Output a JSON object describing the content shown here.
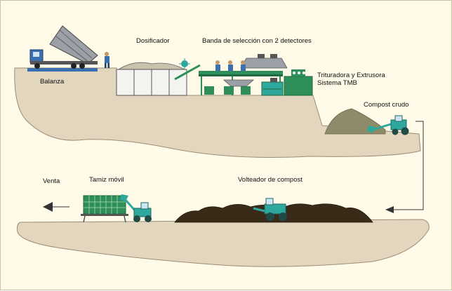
{
  "labels": {
    "balanza": "Balanza",
    "dosificador": "Dosificador",
    "banda": "Banda de selección con 2 detectores",
    "trituradora_1": "Trituradora y Extrusora",
    "trituradora_2": "Sistema TMB",
    "compost_crudo": "Compost crudo",
    "venta": "Venta",
    "tamiz": "Tamiz móvil",
    "volteador": "Volteador de compost"
  },
  "colors": {
    "background": "#fffbe8",
    "ground": "#e2d6bf",
    "ground_edge": "#9c8c74",
    "machine_green": "#2f8f5a",
    "vehicle_teal": "#2ea89c",
    "truck_blue": "#3a6fb0",
    "compost_dark": "#3a2a18",
    "compost_raw": "#8e8a6a",
    "arrow": "#333333"
  }
}
